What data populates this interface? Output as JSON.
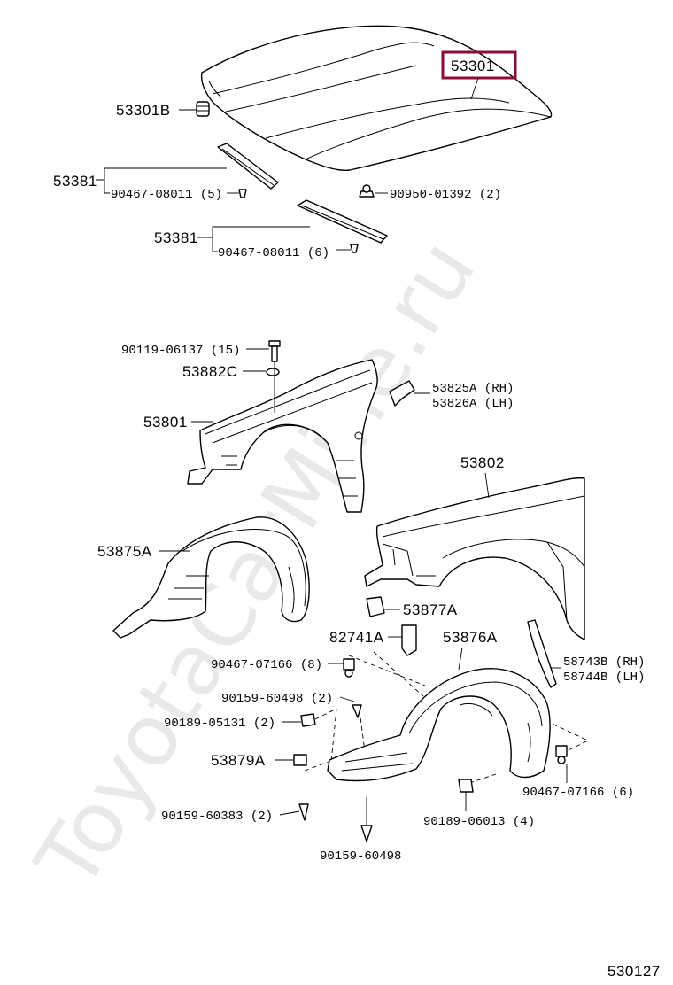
{
  "watermark": "ToyotaCarMine.ru",
  "diagram_code": "530127",
  "highlight_color": "#8b0a3a",
  "labels": {
    "hood": "53301",
    "hood_cushion": "53301B",
    "seal_upper": "53381",
    "seal_upper_clip": "90467-08011 (5)",
    "hood_grommet": "90950-01392 (2)",
    "seal_lower": "53381",
    "seal_lower_clip": "90467-08011 (6)",
    "apron_bolt": "90119-06137 (15)",
    "apron_washer": "53882C",
    "bracket_rh": "53825A (RH)",
    "bracket_lh": "53826A (LH)",
    "apron": "53801",
    "fender": "53802",
    "liner_left": "53875A",
    "liner_bracket": "53877A",
    "clip_82741": "82741A",
    "liner_right": "53876A",
    "clip_07166_8": "90467-07166 (8)",
    "screw_60498_2": "90159-60498 (2)",
    "nut_05131": "90189-05131 (2)",
    "moulding_rh": "58743B (RH)",
    "moulding_lh": "58744B (LH)",
    "clip_53879": "53879A",
    "clip_07166_6": "90467-07166 (6)",
    "screw_60383": "90159-60383 (2)",
    "nut_06013": "90189-06013 (4)",
    "screw_60498": "90159-60498"
  }
}
